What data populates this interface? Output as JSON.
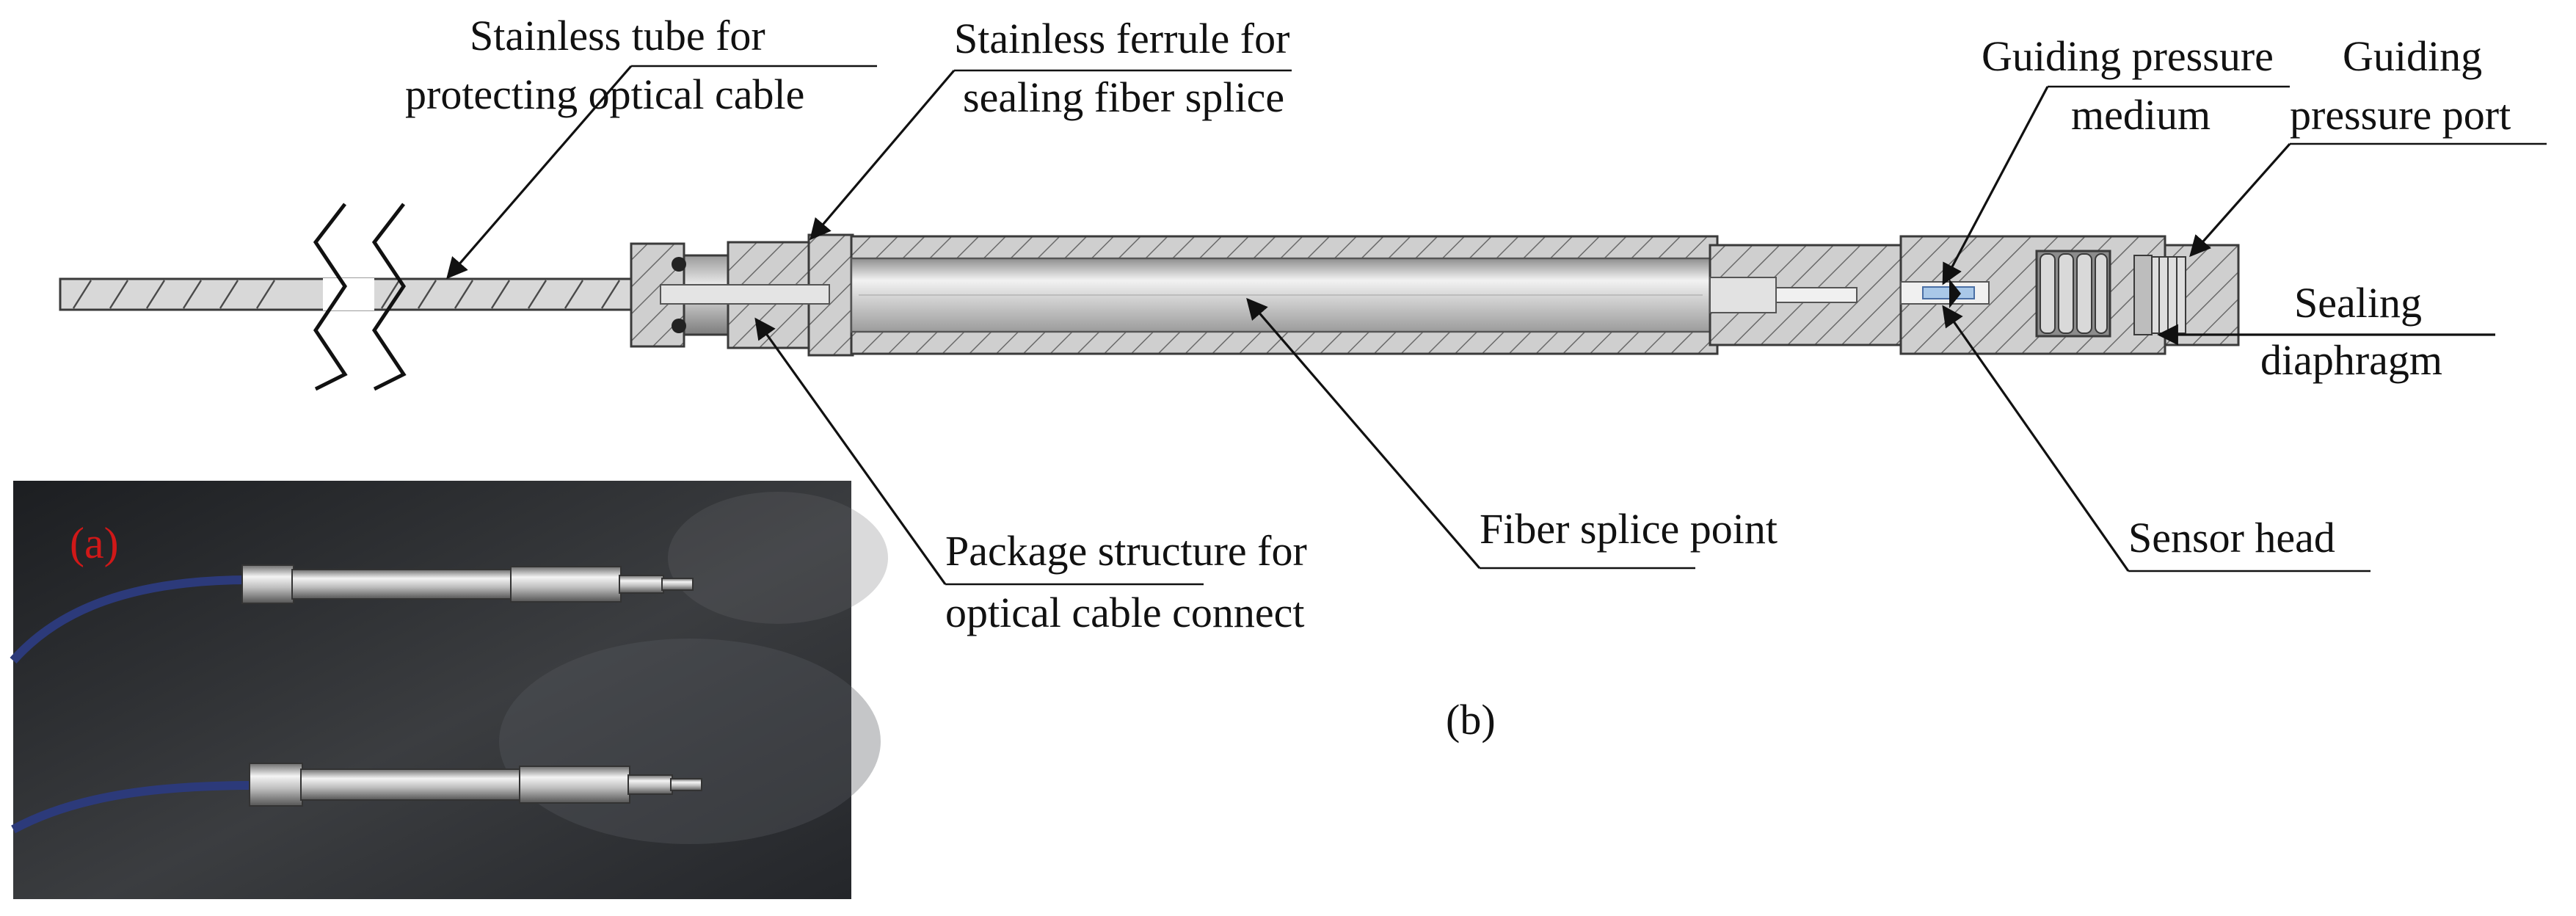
{
  "labels": {
    "stainless_tube": [
      "Stainless tube for",
      "protecting optical cable"
    ],
    "stainless_ferrule": [
      "Stainless ferrule for",
      "sealing fiber splice"
    ],
    "guiding_medium": [
      "Guiding pressure",
      "medium"
    ],
    "guiding_port": [
      "Guiding",
      "pressure port"
    ],
    "sealing_diaphragm": [
      "Sealing",
      "diaphragm"
    ],
    "package_structure": [
      "Package structure for",
      "optical cable connect"
    ],
    "fiber_splice": "Fiber splice point",
    "sensor_head": "Sensor head"
  },
  "panels": {
    "photo_tag": "(a)",
    "drawing_tag": "(b)"
  },
  "colors": {
    "text": "#111111",
    "photo_tag": "#d01818",
    "cable": "#2c3a7a",
    "photo_background": "#26282b"
  }
}
